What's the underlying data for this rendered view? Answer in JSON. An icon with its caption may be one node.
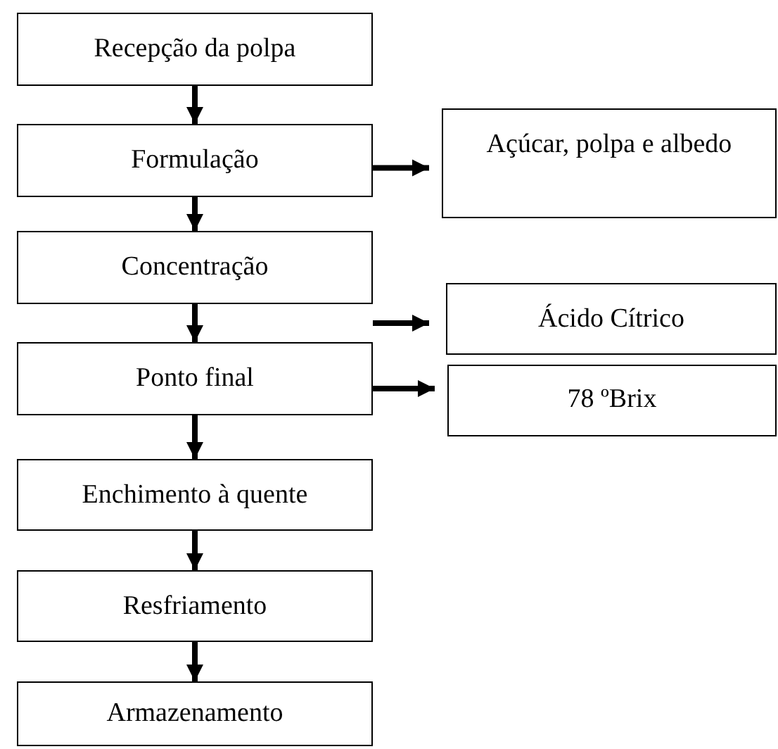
{
  "diagram": {
    "nodes": [
      {
        "text": [
          "Recepção da polpa"
        ]
      },
      {
        "text": [
          "Formulação"
        ]
      },
      {
        "text": [
          "Açúcar, polpa e albedo"
        ]
      },
      {
        "text": [
          "Concentração"
        ]
      },
      {
        "text": [
          "Ácido Cítrico"
        ]
      },
      {
        "text": [
          "Ponto final"
        ]
      },
      {
        "text": [
          "78 ºBrix"
        ]
      },
      {
        "text": [
          "Enchimento à quente"
        ]
      },
      {
        "text": [
          "Resfriamento"
        ]
      },
      {
        "text": [
          "Armazenamento"
        ]
      }
    ],
    "edges": [
      {
        "from": 0,
        "to": 1,
        "arrow": "to"
      },
      {
        "from": 1,
        "to": 2,
        "arrow": "to"
      },
      {
        "from": 1,
        "to": 3,
        "arrow": "to"
      },
      {
        "from": 3,
        "to": 5,
        "arrow": "to"
      },
      {
        "from": null,
        "to": 4,
        "arrow": "to"
      },
      {
        "from": 5,
        "to": 6,
        "arrow": "to"
      },
      {
        "from": 5,
        "to": 7,
        "arrow": "to"
      },
      {
        "from": 7,
        "to": 8,
        "arrow": "to"
      },
      {
        "from": 8,
        "to": 9,
        "arrow": "to"
      }
    ]
  }
}
